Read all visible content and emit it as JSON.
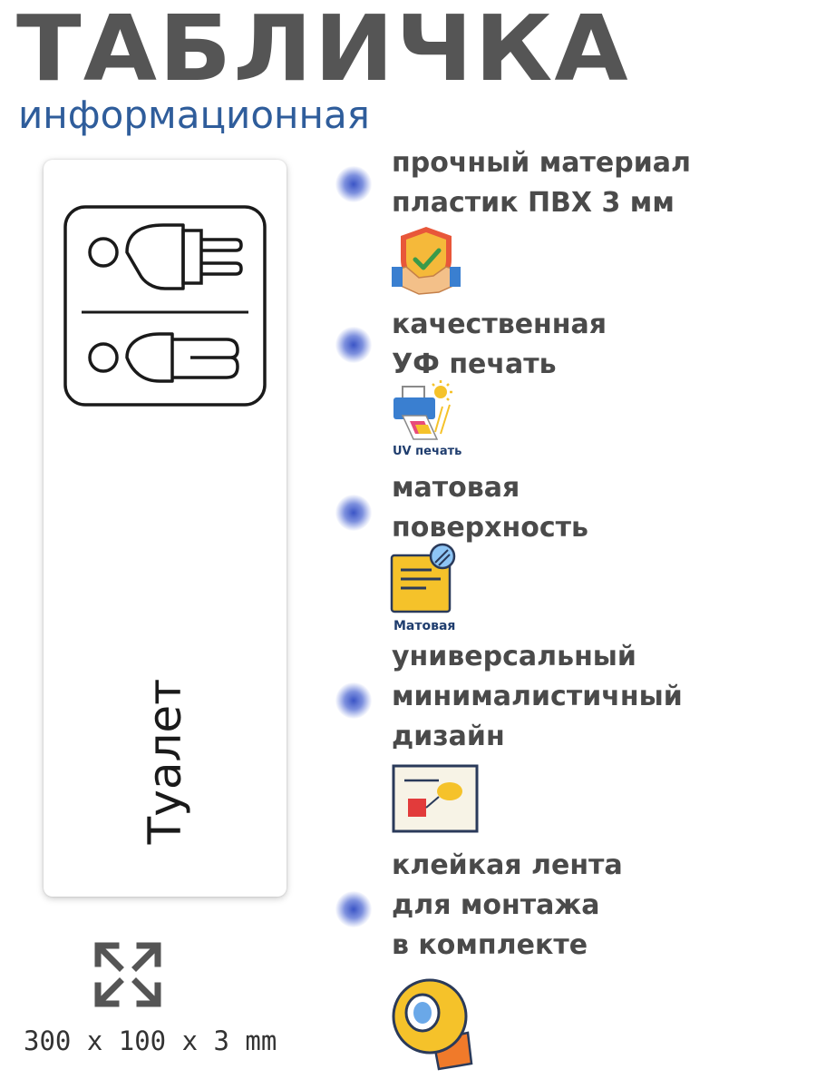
{
  "header": {
    "title": "ТАБЛИЧКА",
    "subtitle": "информационная"
  },
  "plate": {
    "label": "Туалет",
    "icon": "toilet-plug-pictogram-icon"
  },
  "dimensions": {
    "icon": "expand-arrows-icon",
    "text": "300 x 100 x 3 mm"
  },
  "features": [
    {
      "lines": [
        "прочный материал",
        "пластик ПВХ 3 мм"
      ],
      "icon": "shield-handshake-icon"
    },
    {
      "lines": [
        "качественная",
        "УФ печать"
      ],
      "icon": "uv-printer-icon",
      "caption": "UV печать"
    },
    {
      "lines": [
        "матовая",
        "поверхность"
      ],
      "icon": "matte-sheet-icon",
      "caption": "Матовая"
    },
    {
      "lines": [
        "универсальный",
        "минималистичный",
        "дизайн"
      ],
      "icon": "design-card-icon"
    },
    {
      "lines": [
        "клейкая лента",
        "для монтажа",
        "в комплекте"
      ],
      "icon": "adhesive-tape-icon"
    }
  ],
  "colors": {
    "title": "#555555",
    "subtitle": "#2f5d9b",
    "bullet": "#3b55c6",
    "feature_text": "#4a4a4a"
  }
}
